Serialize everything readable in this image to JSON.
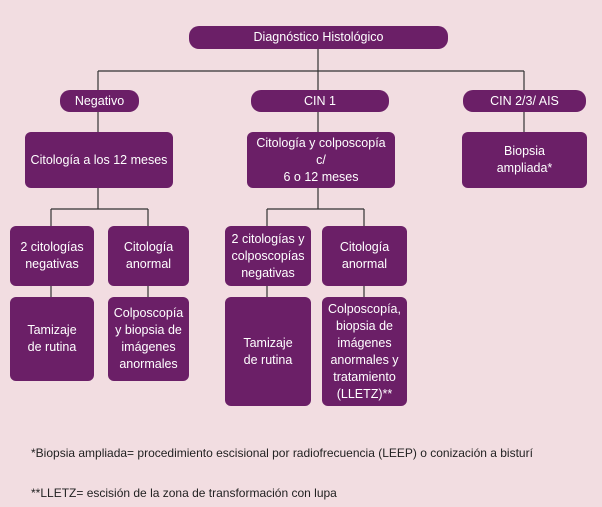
{
  "nodes": {
    "root": "Diagnóstico Histológico",
    "negativo": "Negativo",
    "cin1": "CIN 1",
    "cin23": "CIN 2/3/ AIS",
    "neg_cito": "Citología a los 12 meses",
    "cin1_cito": "Citología y colposcopía c/\n6 o 12 meses",
    "cin23_biopsia": "Biopsia\nampliada*",
    "neg_2cito": "2 citologías\nnegativas",
    "neg_anormal": "Citología\nanormal",
    "cin1_2cito": "2 citologías y\ncolposcopías\nnegativas",
    "cin1_anormal": "Citología\nanormal",
    "neg_tamizaje": "Tamizaje\nde rutina",
    "neg_colpo": "Colposcopía\ny biopsia de\nimágenes\nanormales",
    "cin1_tamizaje": "Tamizaje\nde rutina",
    "cin1_colpo": "Colposcopía,\nbiopsia de\nimágenes\nanormales y\ntratamiento\n(LLETZ)**"
  },
  "footnotes": {
    "note1": "*Biopsia ampliada= procedimiento escisional por radiofrecuencia (LEEP) o conización a bisturí",
    "note2": "**LLETZ= escisión de la zona de transformación con lupa"
  },
  "colors": {
    "background": "#f2dde1",
    "box": "#6b1f67",
    "text": "#ffffff",
    "line": "#333333"
  }
}
